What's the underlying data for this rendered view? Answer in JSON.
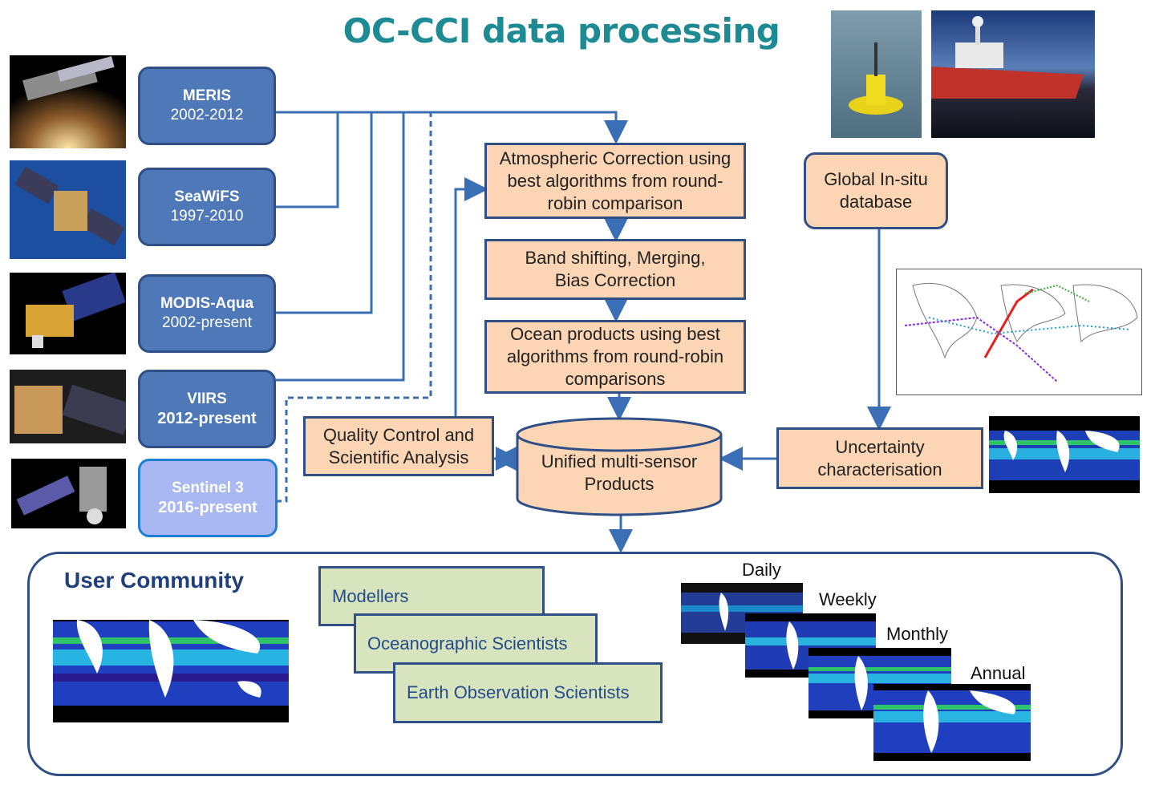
{
  "title": "OC-CCI data processing",
  "sensors": [
    {
      "name": "MERIS",
      "years": "2002-2012"
    },
    {
      "name": "SeaWiFS",
      "years": "1997-2010"
    },
    {
      "name": "MODIS-Aqua",
      "years": "2002-present"
    },
    {
      "name": "VIIRS",
      "years": "2012-present"
    },
    {
      "name": "Sentinel 3",
      "years": "2016-present"
    }
  ],
  "processing": {
    "atmospheric": "Atmospheric Correction using best algorithms from round-robin comparison",
    "band_shifting": "Band shifting, Merging, Bias Correction",
    "ocean_products": "Ocean products using best algorithms from round-robin comparisons",
    "unified": "Unified multi-sensor Products",
    "quality_control": "Quality Control and Scientific Analysis",
    "in_situ": "Global In-situ database",
    "uncertainty": "Uncertainty characterisation"
  },
  "user_community": {
    "title": "User Community",
    "users": [
      "Modellers",
      "Oceanographic Scientists",
      "Earth Observation Scientists"
    ],
    "frequencies": [
      "Daily",
      "Weekly",
      "Monthly",
      "Annual"
    ]
  },
  "colors": {
    "title": "#1e8a94",
    "sensor_fill": "#4f78b8",
    "sensor_future_fill": "#a9b8f2",
    "process_fill": "#fcd5b5",
    "user_fill": "#d7e4bd",
    "line": "#3a6fb5"
  },
  "icons": [
    "satellite-icon",
    "buoy-photo",
    "ship-photo",
    "world-map-icon"
  ]
}
